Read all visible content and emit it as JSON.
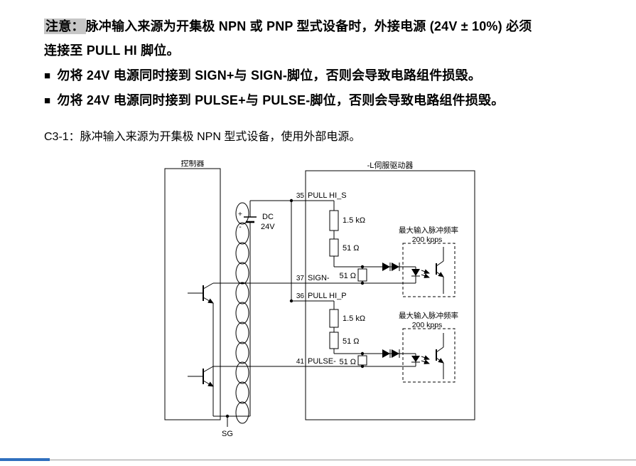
{
  "note": {
    "label": "注意：",
    "line1": "脉冲输入来源为开集极 NPN 或 PNP 型式设备时，外接电源 (24V ± 10%) 必须",
    "line2": "连接至 PULL HI 脚位。",
    "bullets": [
      {
        "marker": "■",
        "text": "勿将 24V 电源同时接到 SIGN+与 SIGN-脚位，否则会导致电路组件损毁。"
      },
      {
        "marker": "■",
        "text": "勿将 24V 电源同时接到 PULSE+与 PULSE-脚位，否则会导致电路组件损毁。"
      }
    ]
  },
  "caption": "C3-1：脉冲输入来源为开集极 NPN 型式设备，使用外部电源。",
  "diagram": {
    "controller_label": "控制器",
    "drive_label": "-L伺服驱动器",
    "power": {
      "plus": "+",
      "minus": "-",
      "dc": "DC",
      "voltage": "24V"
    },
    "ground_label": "SG",
    "pins": [
      {
        "number": "35",
        "label": "PULL HI_S"
      },
      {
        "number": "37",
        "label": "SIGN-"
      },
      {
        "number": "36",
        "label": "PULL HI_P"
      },
      {
        "number": "41",
        "label": "PULSE-"
      }
    ],
    "channels": [
      {
        "r1": "1.5 kΩ",
        "r2": "51 Ω",
        "r3": "51 Ω",
        "freq_line1": "最大输入脉冲频率",
        "freq_line2": "200 kpps"
      },
      {
        "r1": "1.5 kΩ",
        "r2": "51 Ω",
        "r3": "51 Ω",
        "freq_line1": "最大输入脉冲频率",
        "freq_line2": "200 kpps"
      }
    ]
  }
}
